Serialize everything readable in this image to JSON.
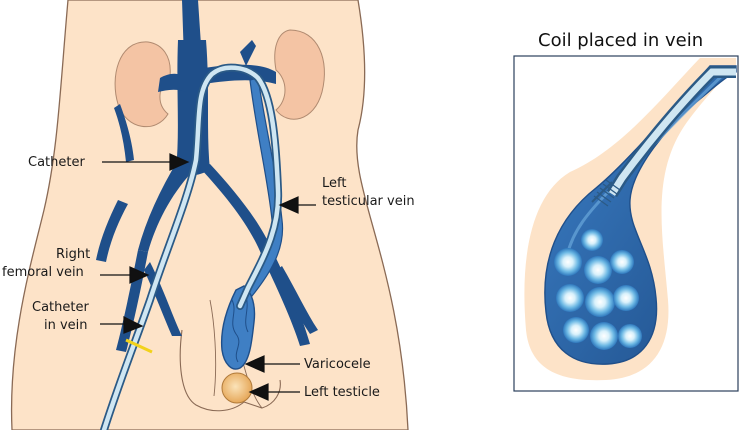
{
  "inset": {
    "title": "Coil placed in vein"
  },
  "labels": {
    "catheter": "Catheter",
    "left_testicular_vein_line1": "Left",
    "left_testicular_vein_line2": "testicular vein",
    "right_femoral_vein_line1": "Right",
    "right_femoral_vein_line2": "femoral vein",
    "catheter_in_vein_line1": "Catheter",
    "catheter_in_vein_line2": "in vein",
    "varicocele": "Varicocele",
    "left_testicle": "Left testicle"
  },
  "colors": {
    "skin": "#fde3c8",
    "skin_outline": "#8a6a55",
    "kidney": "#f4c4a4",
    "vein_dark": "#1f4f8a",
    "vein_mid": "#3f7fc4",
    "catheter_fill": "#cfe6f2",
    "catheter_edge": "#2b5a86",
    "coil_light": "#bfe6f6",
    "testicle": "#f3c07a",
    "marker": "#f2d21a"
  }
}
